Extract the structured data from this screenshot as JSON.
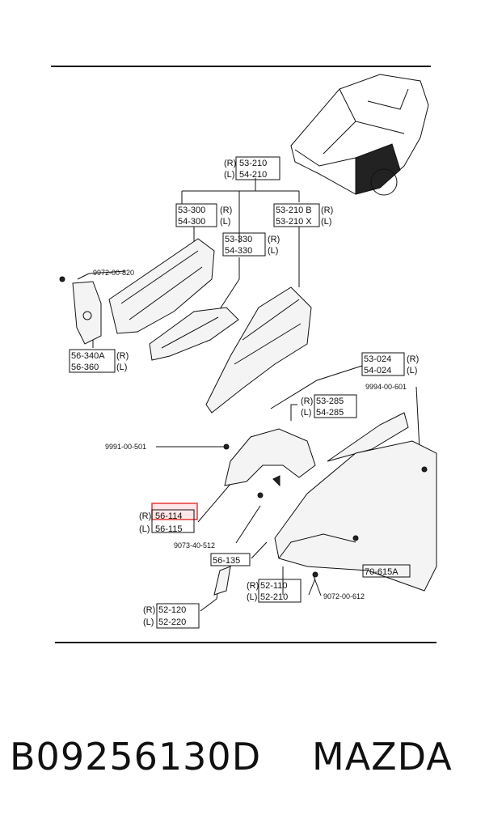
{
  "footer": {
    "part_number": "B09256130D",
    "brand": "MAZDA"
  },
  "labels": {
    "p53_210": "53-210",
    "p54_210": "54-210",
    "p53_300": "53-300",
    "p54_300": "54-300",
    "p53_210b": "53-210 B",
    "p53_210x": "53-210 X",
    "p53_330": "53-330",
    "p54_330": "54-330",
    "b9972": "9972-00-820",
    "p56_340a": "56-340A",
    "p56_360": "56-360",
    "p53_024": "53-024",
    "p54_024": "54-024",
    "b9994": "9994-00-601",
    "p53_285": "53-285",
    "p54_285": "54-285",
    "b9991": "9991-00-501",
    "p56_114": "56-114",
    "p56_115": "56-115",
    "b9073": "9073-40-512",
    "p56_135": "56-135",
    "p70_615a": "70-615A",
    "p52_110": "52-110",
    "p52_210": "52-210",
    "b9072": "9072-00-612",
    "p52_120": "52-120",
    "p52_220": "52-220",
    "R": "(R)",
    "L": "(L)"
  },
  "highlight_color": "#e53935"
}
